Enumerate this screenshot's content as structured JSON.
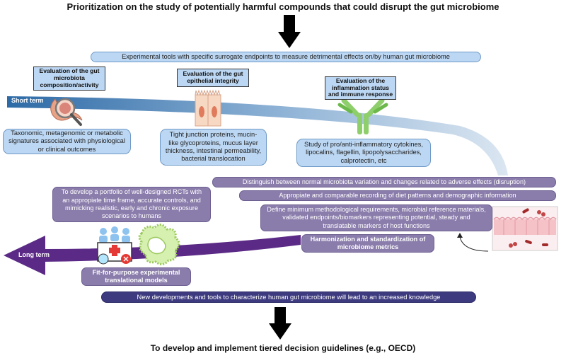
{
  "title": "Prioritization on the study of potentially harmful compounds that could disrupt the gut microbiome",
  "tools_banner": "Experimental tools with specific surrogate endpoints to measure detrimental effects on/by human gut microbiome",
  "evaluations": [
    {
      "heading": "Evaluation of the gut microbiota composition/activity",
      "detail": "Taxonomic, metagenomic or metabolic signatures associated with physiological or clinical outcomes",
      "icon": "magnifier-gut-icon"
    },
    {
      "heading": "Evaluation of the gut epithelial integrity",
      "detail": "Tight junction proteins, mucin-like glycoproteins, mucus layer thickness, intestinal permeability, bacterial translocation",
      "icon": "epithelium-icon"
    },
    {
      "heading": "Evaluation of the inflammation status and immune response",
      "detail": "Study of pro/anti-inflammatory cytokines, lipocalins, flagellin, lipopolysaccharides, calprotectin, etc",
      "icon": "antibody-icon"
    }
  ],
  "short_term_label": "Short term",
  "long_term_label": "Long term",
  "distinguish_box": "Distinguish between normal microbiota variation and changes related to adverse effects (disruption)",
  "diet_box": "Appropiate and comparable recording of diet patterns and demographic information",
  "methodology_box": "Define minimum methodological requirements, microbial reference materials, validated endpoints/biomarkers representing potential, steady and translatable markers of host functions",
  "harmonization_box": "Harmonization and standardization of microbiome metrics",
  "rct_box": "To develop a portfolio of well-designed RCTs with an appropiate time frame, accurate controls, and mimicking realistic, early and chronic exposure scenarios to humans",
  "models_box": "Fit-for-purpose experimental translational models",
  "new_developments_box": "New developments and tools to characterize human gut microbiome will lead to an increased knowledge",
  "conclusion": "To develop and implement tiered decision guidelines (e.g., OECD)",
  "colors": {
    "light_blue": "#bcd7f3",
    "purple": "#8a7cab",
    "navy": "#3d3a7f",
    "arrow_purple": "#5b2a86",
    "arrow_blue": "#2f6aa8"
  }
}
